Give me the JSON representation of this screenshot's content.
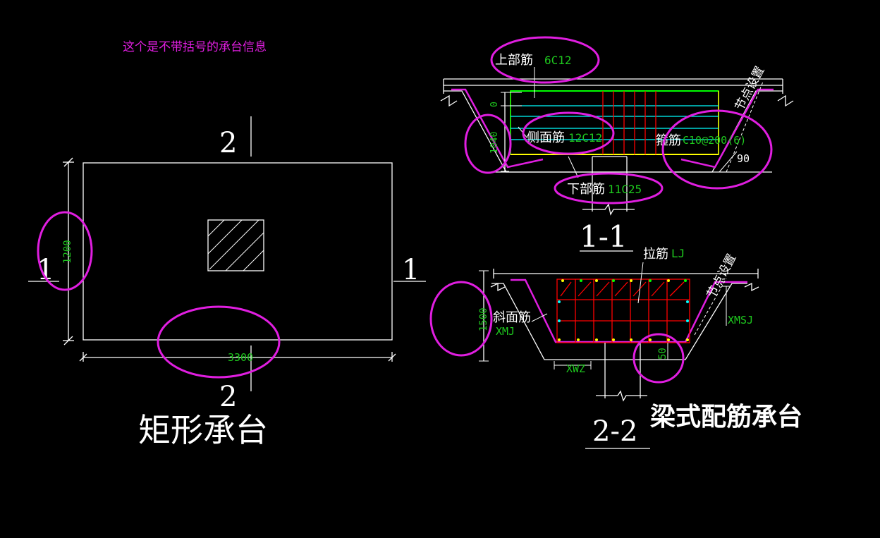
{
  "note": "这个是不带括号的承台信息",
  "rect_cap": {
    "title": "矩形承台",
    "dim_height": "1200",
    "dim_width": "3300",
    "section_1": "1",
    "section_2": "2"
  },
  "beam_cap": {
    "title": "梁式配筋承台",
    "section_11": {
      "label": "1-1",
      "top_bar_label": "上部筋",
      "top_bar_value": "6C12",
      "side_bar_label": "侧面筋",
      "side_bar_value": "12C12",
      "stirrup_label": "箍筋",
      "stirrup_value": "C10@200(6)",
      "bottom_bar_label": "下部筋",
      "bottom_bar_value": "11C25",
      "node_text": "节点设置",
      "dim_height": "1040",
      "dim_small": "0",
      "angle": "90"
    },
    "section_22": {
      "label": "2-2",
      "tie_label": "拉筋",
      "tie_value": "LJ",
      "slope_label": "斜面筋",
      "slope_value": "XMJ",
      "xmsj": "XMSJ",
      "xwz": "XWZ",
      "node_text": "节点设置",
      "dim_height": "1500",
      "dim_small": "50"
    }
  },
  "colors": {
    "background": "#000000",
    "line": "#ffffff",
    "magenta": "#e01ee0",
    "green_text": "#1ec81e",
    "green_bar": "#00ff00",
    "cyan": "#00ffff",
    "yellow": "#ffff00",
    "red": "#ff0000"
  }
}
